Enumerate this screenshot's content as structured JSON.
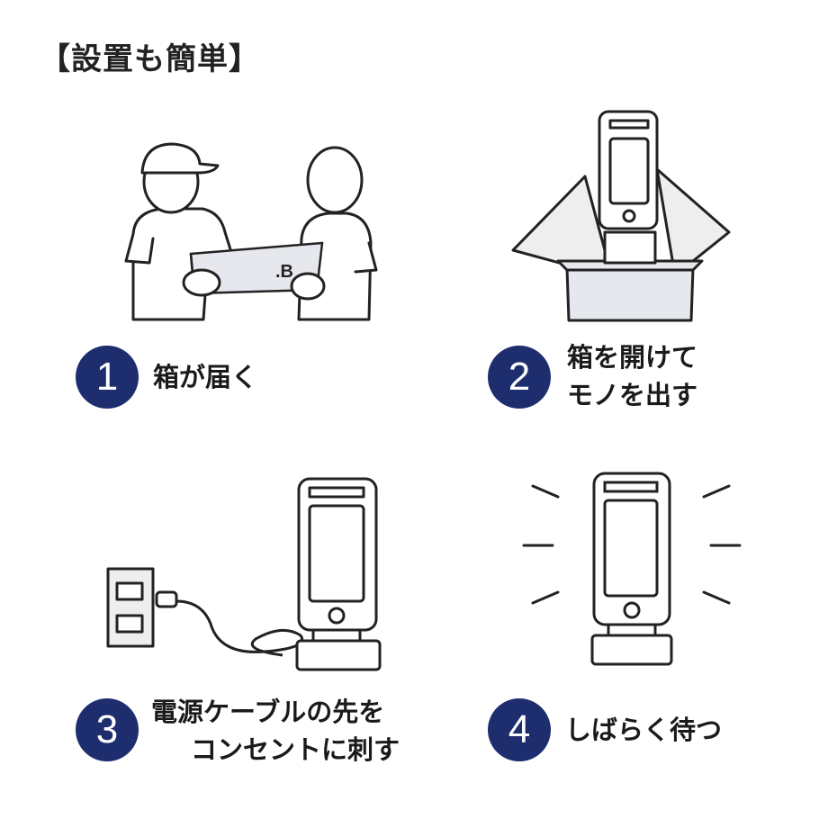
{
  "title": "【設置も簡単】",
  "steps": [
    {
      "number": "1",
      "lines": [
        "箱が届く"
      ]
    },
    {
      "number": "2",
      "lines": [
        "箱を開けて",
        "モノを出す"
      ]
    },
    {
      "number": "3",
      "lines": [
        "電源ケーブルの先を",
        "コンセントに刺す"
      ]
    },
    {
      "number": "4",
      "lines": [
        "しばらく待つ"
      ]
    }
  ],
  "box_logo": {
    "letter": ".B"
  },
  "colors": {
    "badge": "#1e2d6e",
    "line": "#222222",
    "box_fill": "#e6e8ee",
    "paper_fill": "#eeeeee"
  }
}
